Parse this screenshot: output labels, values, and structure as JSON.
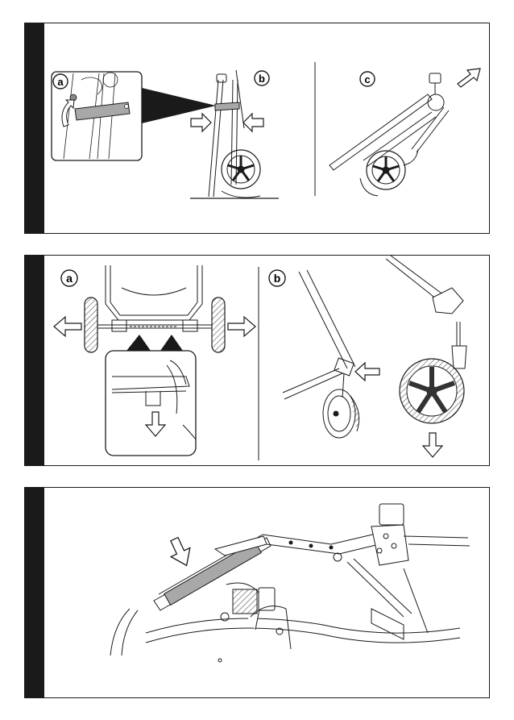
{
  "panels": [
    {
      "id": "panel-1",
      "step_labels": {
        "a": "a",
        "b": "b",
        "c": "c"
      }
    },
    {
      "id": "panel-2",
      "step_labels": {
        "a": "a",
        "b": "b"
      }
    },
    {
      "id": "panel-3"
    }
  ],
  "colors": {
    "ink": "#1a1a1a",
    "tab": "#1a1a1a",
    "rail": "#a8a8a8",
    "hatch": "#555555"
  }
}
